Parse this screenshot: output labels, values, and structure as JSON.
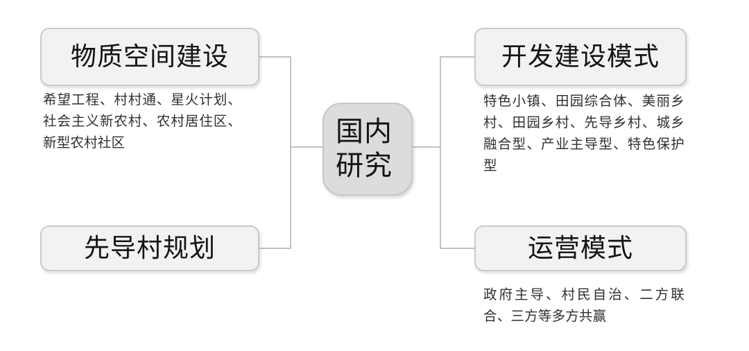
{
  "diagram": {
    "type": "mind-map",
    "center": {
      "label": "国内研究"
    },
    "branches": [
      {
        "id": "material-space",
        "side": "left",
        "position": "top",
        "title": "物质空间建设",
        "description": "希望工程、村村通、星火计划、社会主义新农村、农村居住区、新型农村社区"
      },
      {
        "id": "pilot-village",
        "side": "left",
        "position": "bottom",
        "title": "先导村规划",
        "description": ""
      },
      {
        "id": "development-mode",
        "side": "right",
        "position": "top",
        "title": "开发建设模式",
        "description": "特色小镇、田园综合体、美丽乡村、田园乡村、先导乡村、城乡融合型、产业主导型、特色保护型"
      },
      {
        "id": "operation-mode",
        "side": "right",
        "position": "bottom",
        "title": "运营模式",
        "description": "政府主导、村民自治、二方联合、三方等多方共赢"
      }
    ],
    "colors": {
      "background": "#ffffff",
      "node_fill": "#f2f2f2",
      "node_border": "#cacaca",
      "center_fill": "#dcdcdc",
      "center_border": "#c6c6c6",
      "connector": "#c2c2c2",
      "title_text": "#141414",
      "body_text": "#2f2f2f"
    }
  }
}
